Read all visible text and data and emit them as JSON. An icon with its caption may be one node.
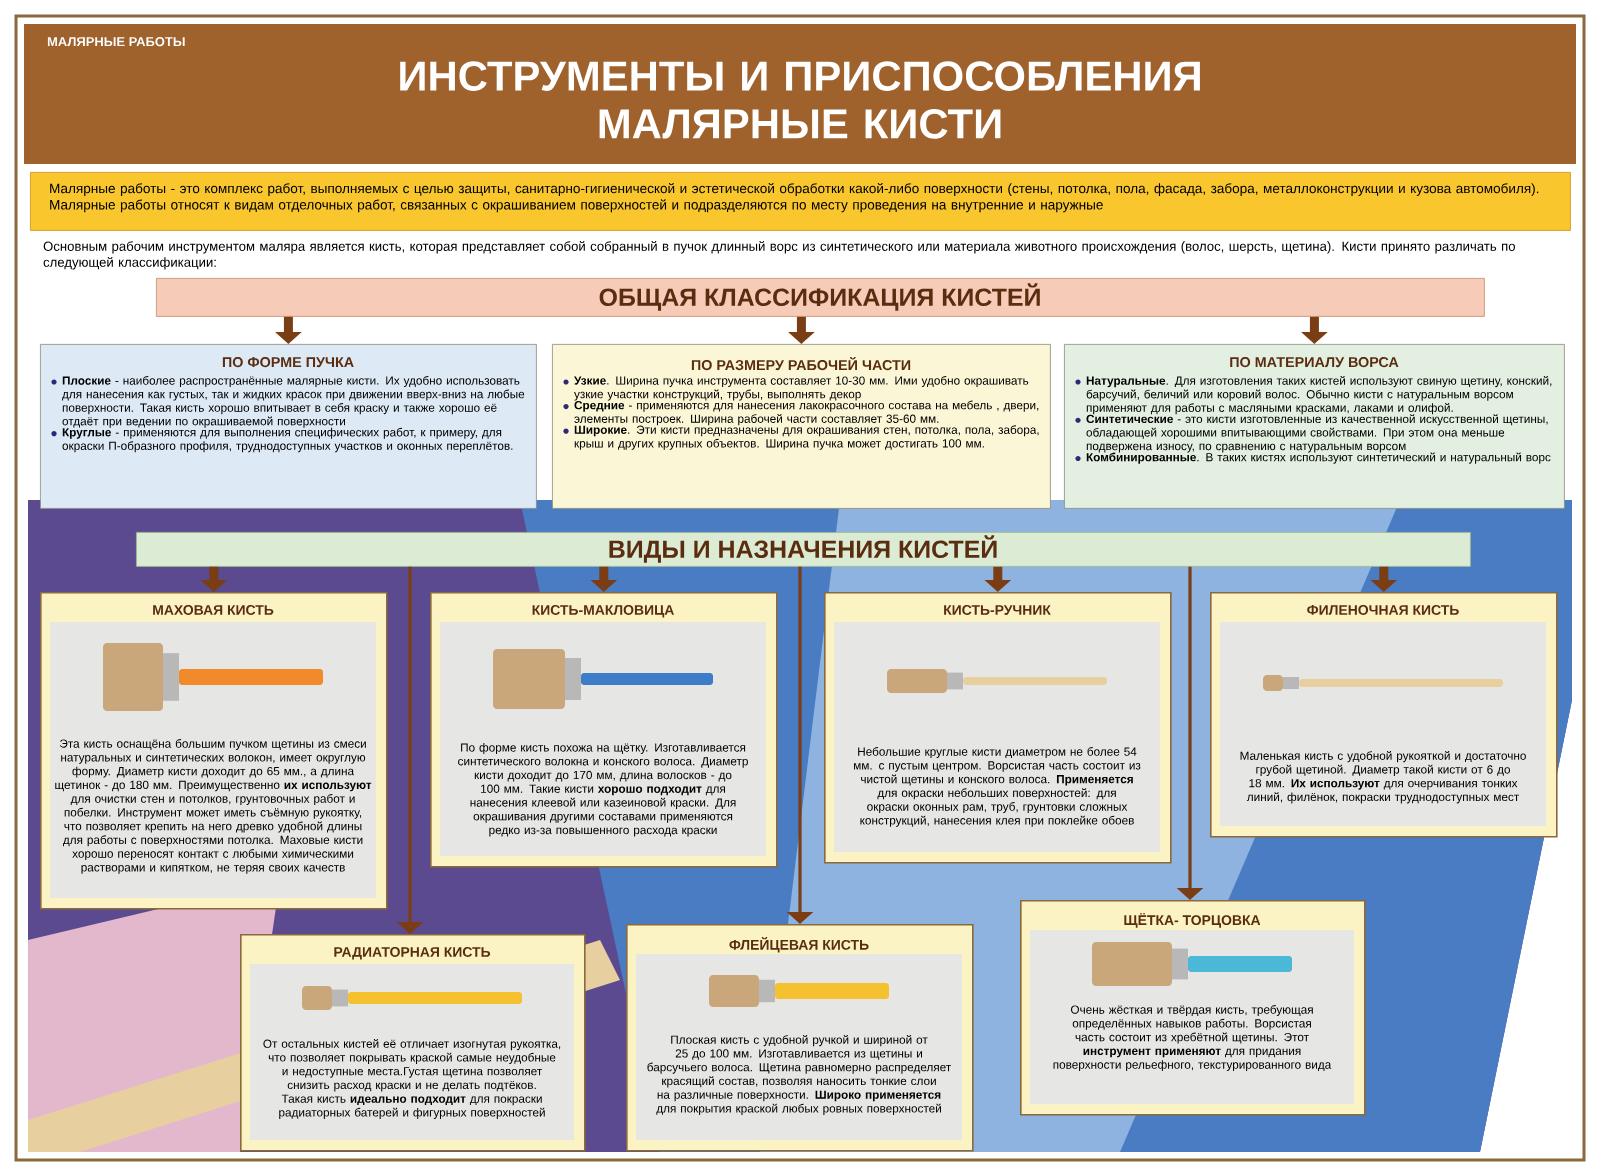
{
  "diagram": {
    "title": "ИНСТРУМЕНТЫ И ПРИСПОСОБЛЕНИЯ МАЛЯРНЫЕ КИСТИ",
    "nodes": [
      {
        "text": [
          "Малярные работы - это комплекс работ, выполняемых с целью защиты, санитарно-гигиенической и эстетической обработки какой-либо поверхности (стены, потолка, пола, фасада, забора, металлоконструкции и кузова автомобиля). Малярные работы относят к видам отделочных работ, связанных с окрашиванием поверхностей и подразделяются по месту проведения на внутренние и наружные"
        ]
      },
      {
        "text": [
          "ОБЩАЯ КЛАССИФИКАЦИЯ КИСТЕЙ"
        ]
      },
      {
        "text": [
          "ПО ФОРМЕ ПУЧКА",
          "**Плоские** - наиболее распространённые малярные кисти. Их удобно использовать для нанесения как густых, так и жидких красок при движении вверх-вниз на любые поверхности. Такая кисть хорошо впитывает в себя краску и также хорошо её отдаёт при ведении по окрашиваемой поверхности",
          "**Круглые** - применяются для выполнения специфических работ, к примеру, для окраски П-образного профиля, труднодоступных участков и оконных переплётов."
        ]
      },
      {
        "text": [
          "ПО РАЗМЕРУ РАБОЧЕЙ ЧАСТИ",
          "**Узкие**. Ширина пучка инструмента составляет 10-30 мм. Ими удобно окрашивать узкие участки конструкций, трубы, выполнять декор",
          "**Средние** - применяются для нанесения лакокрасочного состава на мебель , двери, элементы построек. Ширина рабочей части составляет 35-60 мм.",
          "**Широкие**. Эти кисти предназначены для окрашивания стен, потолка, пола, забора, крыш и других крупных объектов. Ширина пучка может достигать 100 мм."
        ]
      },
      {
        "text": [
          "ПО МАТЕРИАЛУ ВОРСА",
          "**Натуральные**. Для изготовления таких кистей используют свиную щетину, конский, барсучий, беличий или коровий волос. Обычно кисти с натуральным ворсом применяют для работы с масляными красками, лаками и олифой.",
          "**Синтетические** - это кисти изготовленные из качественной искусственной щетины, обладающей хорошими впитывающими свойствами. При этом она меньше подвержена износу, по сравнению с натуральным ворсом",
          "**Комбинированные**. В таких кистях используют синтетический и натуральный ворс"
        ]
      },
      {
        "text": [
          "ВИДЫ И НАЗНАЧЕНИЯ КИСТЕЙ"
        ]
      },
      {
        "text": [
          "МАХОВАЯ КИСТЬ",
          "Эта кисть оснащёна большим пучком щетины из смеси натуральных и синтетических волокон, имеет округлую форму. Диаметр кисти доходит до 65 мм., а длина щетинок - до 180 мм. Преимущественно **их используют** для очистки стен и потолков, грунтовочных работ и побелки. Инструмент может иметь съёмную рукоятку, что позволяет крепить на него древко удобной длины для работы с поверхностями потолка. Маховые кисти хорошо переносят контакт с любыми химическими растворами и кипятком, не теряя своих качеств"
        ]
      },
      {
        "text": [
          "КИСТЬ-МАКЛОВИЦА",
          "По форме кисть похожа на щётку. Изготавливается синтетического волокна и конского волоса. Диаметр кисти доходит до 170 мм, длина волосков - до 100 мм. Такие кисти **хорошо подходит** для нанесения клеевой или казеиновой краски. Для окрашивания другими составами применяются редко из-за повышенного расхода краски"
        ]
      },
      {
        "text": [
          "КИСТЬ-РУЧНИК",
          "Небольшие круглые кисти диаметром не более 54 мм. с пустым центром. Ворсистая часть состоит из чистой щетины и конского волоса. **Применяется** для окраски небольших поверхностей: для окраски оконных рам, труб, грунтовки сложных конструкций, нанесения клея при поклейке обоев"
        ]
      },
      {
        "text": [
          "ФИЛЕНОЧНАЯ КИСТЬ",
          "Маленькая кисть с удобной рукояткой и достаточно грубой щетиной. Диаметр такой кисти от 6 до 18 мм. **Их используют** для очерчивания тонких линий, филёнок, покраски труднодоступных мест"
        ]
      },
      {
        "text": [
          "РАДИАТОРНАЯ КИСТЬ",
          "От остальных кистей её отличает изогнутая рукоятка, что позволяет покрывать краской самые неудобные и недоступные места.Густая щетина позволяет снизить расход краски и не делать подтёков. Такая кисть **идеально подходит** для покраски радиаторных батерей и фигурных поверхностей"
        ]
      },
      {
        "text": [
          "ФЛЕЙЦЕВАЯ КИСТЬ",
          "Плоская кисть с удобной ручкой и шириной от 25 до 100 мм. Изготавливается из щетины и барсучьего волоса. Щетина равномерно распределяет красящий состав, позволяя наносить тонкие слои на различные поверхности. **Широко применяется** для покрытия краской любых ровных поверхностей"
        ]
      },
      {
        "text": [
          "ЩЁТКА- ТОРЦОВКА",
          "Очень жёсткая и твёрдая кисть, требующая определённых навыков работы. Ворсистая часть состоит из хребётной щетины. Этот **инструмент применяют** для придания поверхности рельефного, текстурированного вида"
        ]
      }
    ],
    "edges": [
      {
        "from": 1,
        "to": 2,
        "arrow": "to"
      },
      {
        "from": 1,
        "to": 3,
        "arrow": "to"
      },
      {
        "from": 1,
        "to": 4,
        "arrow": "to"
      },
      {
        "from": 5,
        "to": 6,
        "arrow": "to"
      },
      {
        "from": 5,
        "to": 7,
        "arrow": "to"
      },
      {
        "from": 5,
        "to": 8,
        "arrow": "to"
      },
      {
        "from": 5,
        "to": 9,
        "arrow": "to"
      },
      {
        "from": 5,
        "to": 10,
        "arrow": "to"
      },
      {
        "from": 5,
        "to": 11,
        "arrow": "to"
      },
      {
        "from": 5,
        "to": 12,
        "arrow": "to"
      }
    ],
    "labels": [
      "МАЛЯРНЫЕ РАБОТЫ",
      "Основным рабочим инструментом маляра является кисть, которая представляет собой собранный в пучок длинный ворс из синтетического или материала животного происхождения (волос, шерсть, щетина). Кисти принято различать по следующей классификации:"
    ]
  }
}
